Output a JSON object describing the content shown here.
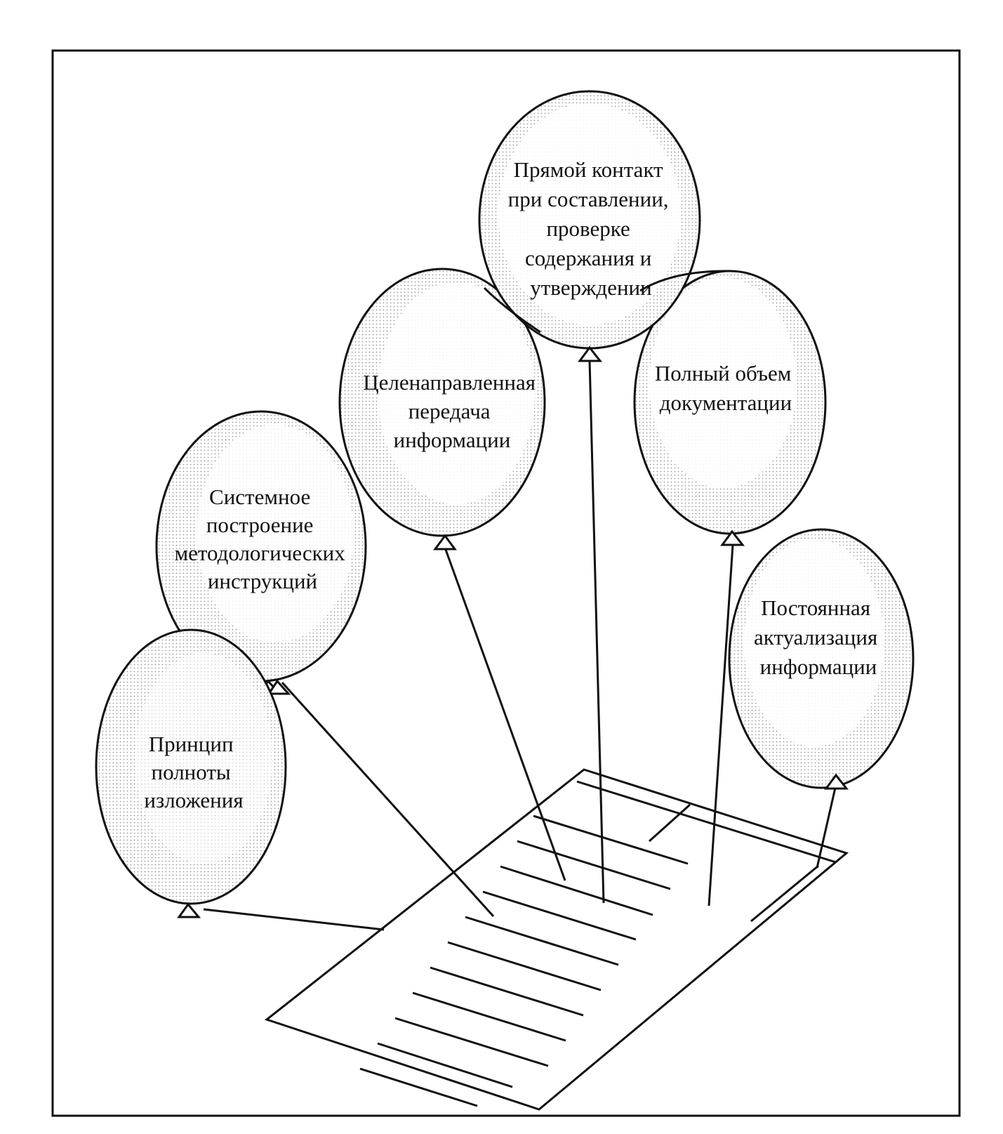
{
  "colors": {
    "background": "#ffffff",
    "stroke": "#111111",
    "balloon_fill": "#ffffff",
    "balloon_shading": "#9a9a9a"
  },
  "balloons": [
    {
      "id": "direct-contact",
      "lines": [
        "Прямой контакт",
        "при составлении,",
        "проверке",
        "содержания и",
        "утверждении"
      ]
    },
    {
      "id": "targeted-transfer",
      "lines": [
        "Целенаправленная",
        "передача",
        "информации"
      ]
    },
    {
      "id": "full-volume",
      "lines": [
        "Полный объем",
        "документации"
      ]
    },
    {
      "id": "system-construction",
      "lines": [
        "Системное",
        "построение",
        "методологических",
        "инструкций"
      ]
    },
    {
      "id": "constant-update",
      "lines": [
        "Постоянная",
        "актуализация",
        "информации"
      ]
    },
    {
      "id": "completeness-principle",
      "lines": [
        "Принцип",
        "полноты",
        "изложения"
      ]
    }
  ]
}
